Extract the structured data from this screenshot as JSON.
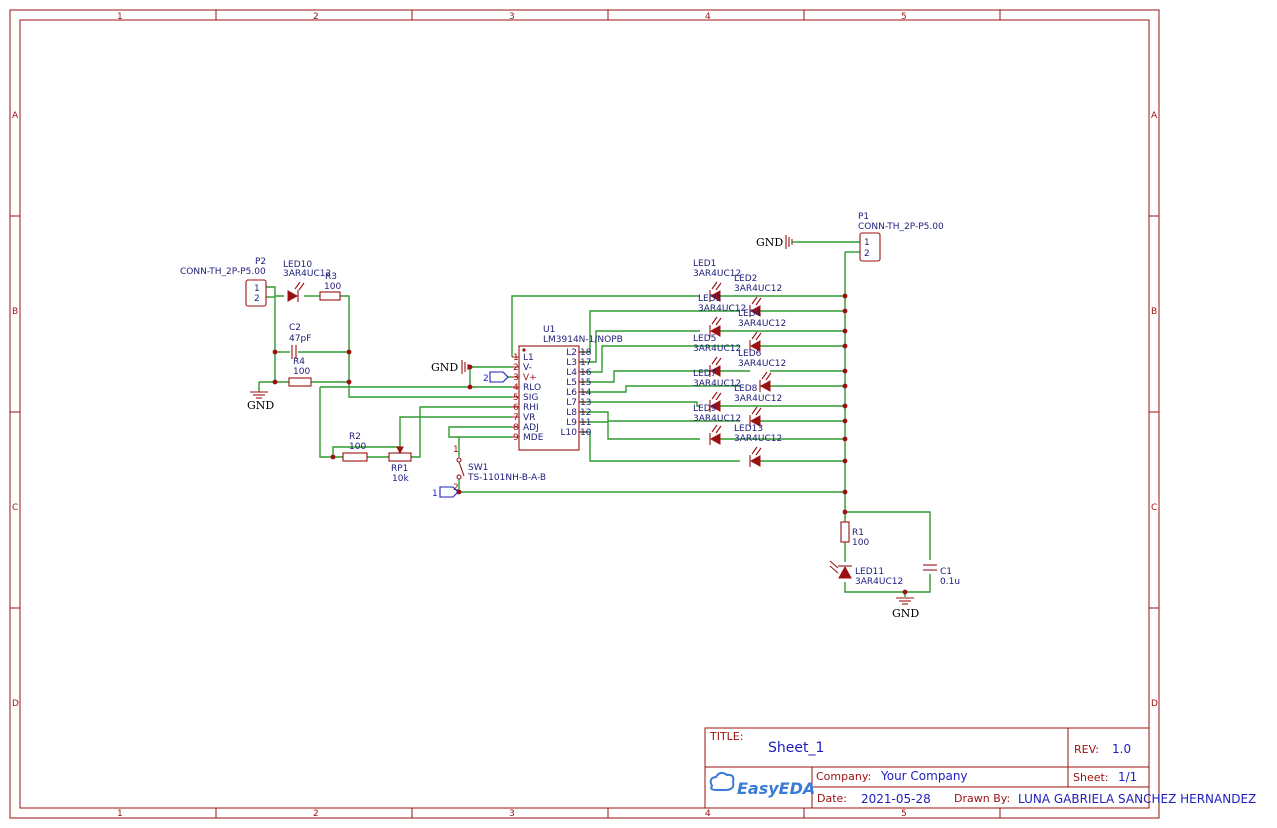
{
  "frame": {
    "columns": [
      "1",
      "2",
      "3",
      "4",
      "5"
    ],
    "rows": [
      "A",
      "B",
      "C",
      "D"
    ]
  },
  "title_block": {
    "title_label": "TITLE:",
    "title_value": "Sheet_1",
    "rev_label": "REV:",
    "rev_value": "1.0",
    "company_label": "Company:",
    "company_value": "Your Company",
    "sheet_label": "Sheet:",
    "sheet_value": "1/1",
    "date_label": "Date:",
    "date_value": "2021-05-28",
    "drawn_label": "Drawn By:",
    "drawn_value": "LUNA GABRIELA SANCHEZ HERNANDEZ",
    "logo": "EasyEDA"
  },
  "components": {
    "p2": {
      "ref": "P2",
      "value": "CONN-TH_2P-P5.00",
      "pin1": "1",
      "pin2": "2"
    },
    "p1": {
      "ref": "P1",
      "value": "CONN-TH_2P-P5.00",
      "pin1": "1",
      "pin2": "2"
    },
    "led10": {
      "ref": "LED10",
      "value": "3AR4UC12"
    },
    "r3": {
      "ref": "R3",
      "value": "100"
    },
    "c2": {
      "ref": "C2",
      "value": "47pF"
    },
    "r4": {
      "ref": "R4",
      "value": "100"
    },
    "r2": {
      "ref": "R2",
      "value": "100"
    },
    "rp1": {
      "ref": "RP1",
      "value": "10k"
    },
    "sw1": {
      "ref": "SW1",
      "value": "TS-1101NH-B-A-B",
      "pin1": "1",
      "pin2": "2"
    },
    "r1": {
      "ref": "R1",
      "value": "100"
    },
    "c1": {
      "ref": "C1",
      "value": "0.1u"
    },
    "led11": {
      "ref": "LED11",
      "value": "3AR4UC12"
    },
    "u1": {
      "ref": "U1",
      "value": "LM3914N-1/NOPB",
      "left_pins": [
        {
          "num": "1",
          "name": "L1"
        },
        {
          "num": "2",
          "name": "V-"
        },
        {
          "num": "3",
          "name": "V+"
        },
        {
          "num": "4",
          "name": "RLO"
        },
        {
          "num": "5",
          "name": "SIG"
        },
        {
          "num": "6",
          "name": "RHI"
        },
        {
          "num": "7",
          "name": "VR"
        },
        {
          "num": "8",
          "name": "ADJ"
        },
        {
          "num": "9",
          "name": "MDE"
        }
      ],
      "right_pins": [
        {
          "num": "18",
          "name": "L2"
        },
        {
          "num": "17",
          "name": "L3"
        },
        {
          "num": "16",
          "name": "L4"
        },
        {
          "num": "15",
          "name": "L5"
        },
        {
          "num": "14",
          "name": "L6"
        },
        {
          "num": "13",
          "name": "L7"
        },
        {
          "num": "12",
          "name": "L8"
        },
        {
          "num": "11",
          "name": "L9"
        },
        {
          "num": "10",
          "name": "L10"
        }
      ]
    },
    "led_array": {
      "value": "3AR4UC12",
      "refs": [
        "LED1",
        "LED2",
        "LED3",
        "LED4",
        "LED5",
        "LED6",
        "LED7",
        "LED8",
        "LED9",
        "LED13"
      ]
    }
  },
  "nets": {
    "gnd": "GND",
    "netflag_2": "2",
    "netflag_1": "1"
  }
}
